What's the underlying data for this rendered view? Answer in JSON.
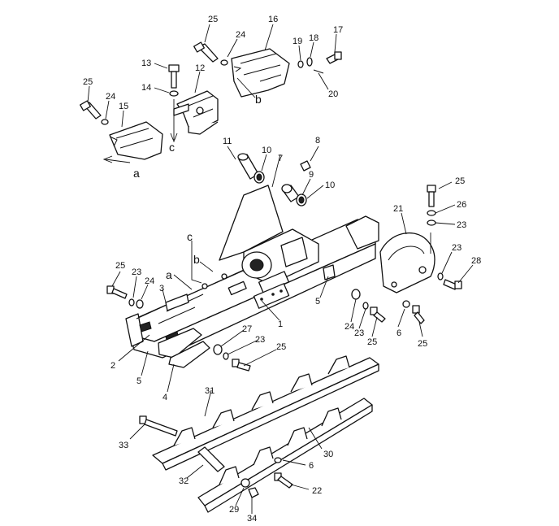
{
  "callouts": [
    "1",
    "2",
    "3",
    "4",
    "5",
    "6",
    "7",
    "8",
    "9",
    "10",
    "11",
    "12",
    "13",
    "14",
    "15",
    "16",
    "17",
    "18",
    "19",
    "20",
    "21",
    "22",
    "23",
    "24",
    "25",
    "26",
    "27",
    "28",
    "29",
    "30",
    "31",
    "32",
    "33",
    "34"
  ],
  "reference_letters": [
    "a",
    "b",
    "c"
  ],
  "colors": {
    "line": "#111111",
    "background": "#ffffff"
  }
}
